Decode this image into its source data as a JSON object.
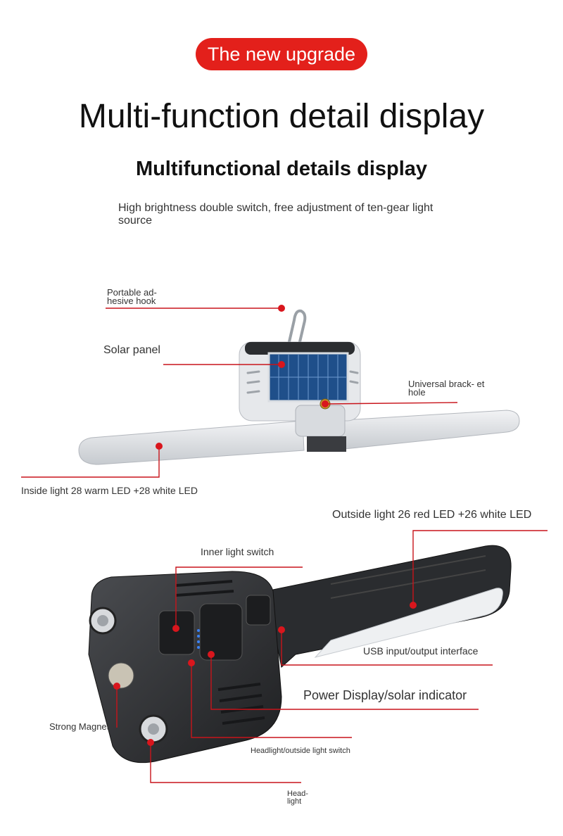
{
  "badge": "The new upgrade",
  "title": "Multi-function detail display",
  "subtitle": "Multifunctional details display",
  "description": "High brightness double switch, free adjustment of ten-gear light source",
  "callouts": {
    "hook": "Portable ad- hesive hook",
    "solar": "Solar panel",
    "bracket": "Universal brack- et hole",
    "inside_light": "Inside light 28 warm LED +28 white LED",
    "outside_light": "Outside light 26 red LED +26 white LED",
    "inner_switch": "Inner light switch",
    "usb": "USB input/output interface",
    "power": "Power Display/solar indicator",
    "magnet": "Strong Magnet",
    "headlight_switch": "Headlight/outside light switch",
    "headlight": "Head- light"
  },
  "colors": {
    "accent": "#e3201b",
    "callout_line": "#c8141b",
    "lamp_body": "#dcdfe3",
    "lamp_dark": "#2b2d30",
    "solar": "#2a5e9c"
  }
}
